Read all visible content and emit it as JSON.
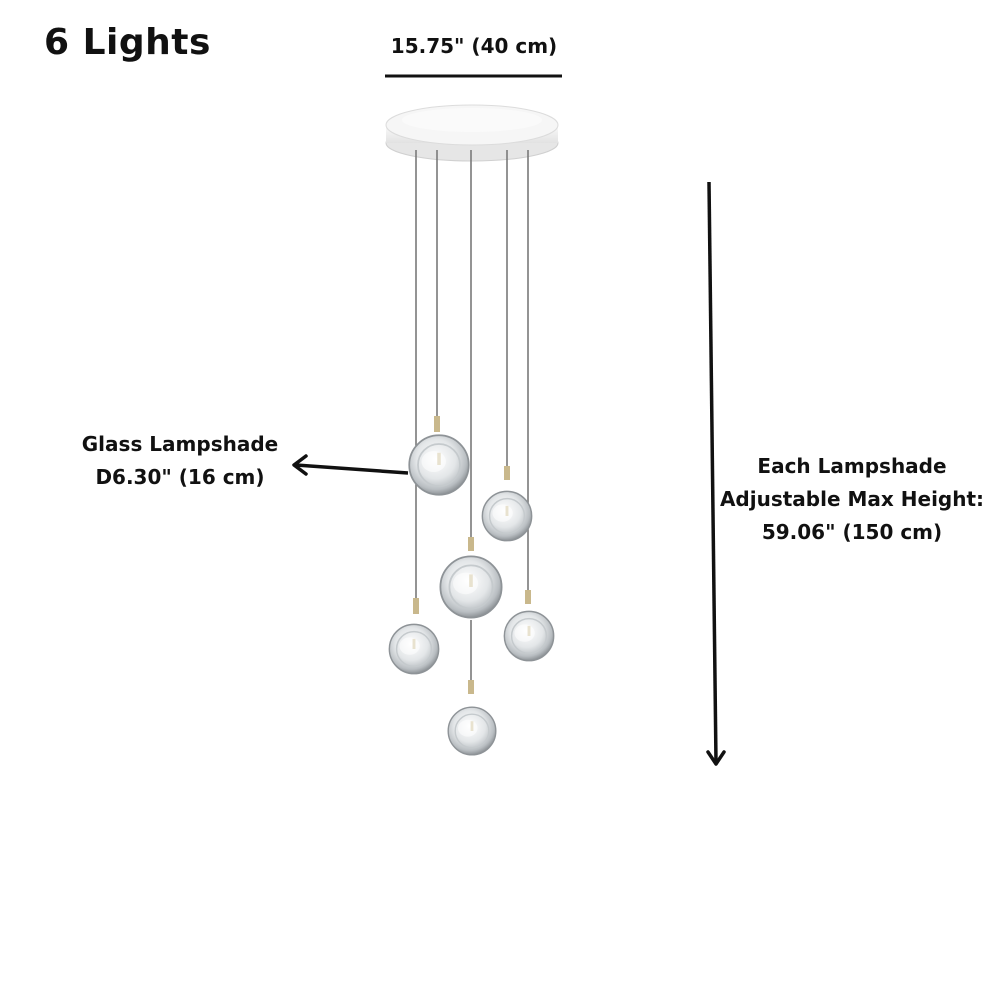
{
  "title": "6 Lights",
  "canopy_width": "15.75\" (40 cm)",
  "lampshade_callout": {
    "line1": "Glass Lampshade",
    "line2": "D6.30\" (16 cm)"
  },
  "height_callout": {
    "line1": "Each Lampshade",
    "line2": "Adjustable Max Height:",
    "line3": "59.06\" (150 cm)"
  },
  "colors": {
    "text": "#111111",
    "canopy": "#f2f2f2",
    "canopy_edge": "#d4d4d4",
    "cord": "#7a7a7a",
    "fitting": "#c9b88c",
    "glass": "#dde1e4",
    "glass_rim": "#9aa0a4"
  },
  "icons": [
    "arrow-left-icon",
    "arrow-down-icon"
  ]
}
